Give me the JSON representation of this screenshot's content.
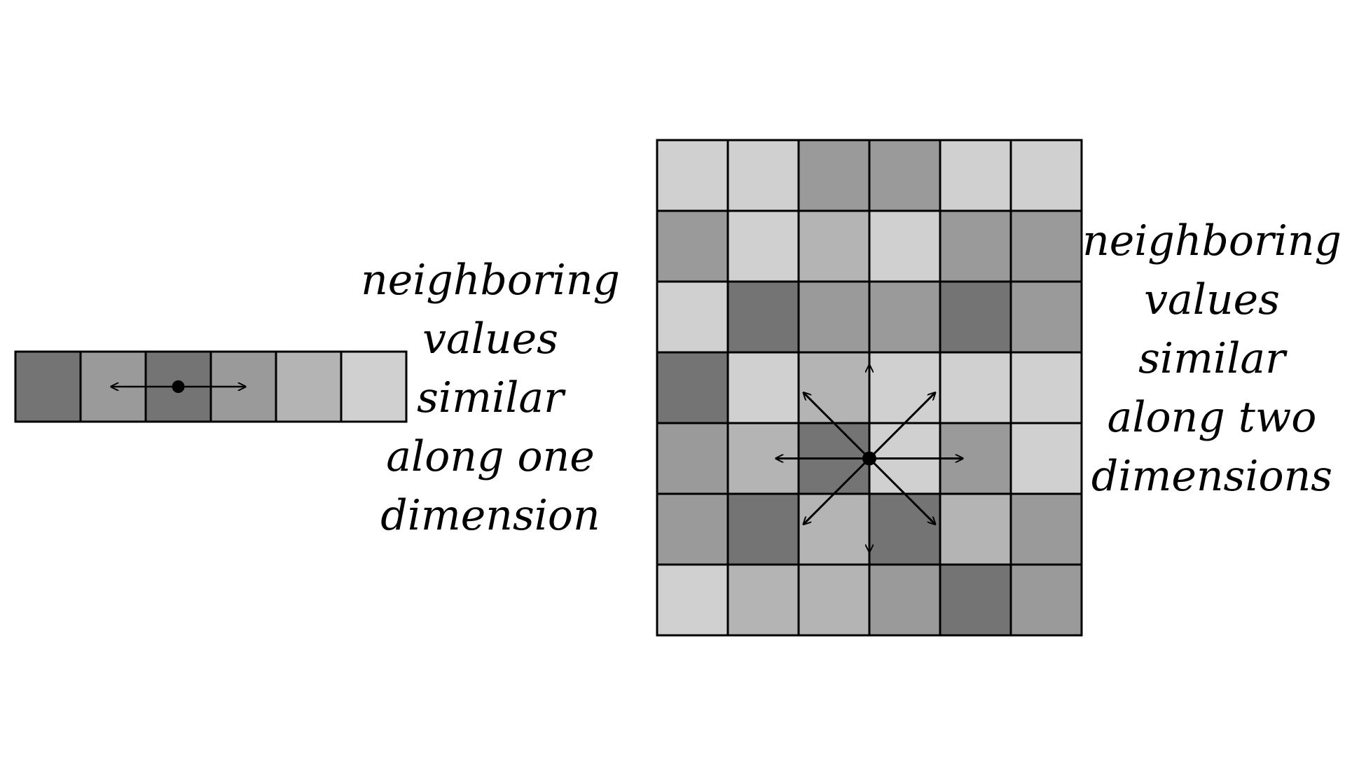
{
  "captions": {
    "one_dimension": "neighboring\nvalues\nsimilar\nalong one\ndimension",
    "two_dimensions": "neighboring\nvalues\nsimilar\nalong two\ndimensions"
  },
  "colors": {
    "light": "#d0d0d0",
    "medium_light": "#b4b4b4",
    "medium": "#9a9a9a",
    "dark": "#747474",
    "stroke": "#000000",
    "background": "#ffffff"
  },
  "strip_1d": {
    "cells": [
      "dark",
      "medium",
      "dark",
      "medium",
      "medium_light",
      "light"
    ],
    "focus_index": 2,
    "arrow_directions": [
      "left",
      "right"
    ]
  },
  "grid_2d": {
    "rows": [
      [
        "light",
        "light",
        "medium",
        "medium",
        "light",
        "light"
      ],
      [
        "medium",
        "light",
        "medium_light",
        "light",
        "medium",
        "medium"
      ],
      [
        "light",
        "dark",
        "medium",
        "medium",
        "dark",
        "medium"
      ],
      [
        "dark",
        "light",
        "medium_light",
        "light",
        "light",
        "light"
      ],
      [
        "medium",
        "medium_light",
        "dark",
        "light",
        "medium",
        "light"
      ],
      [
        "medium",
        "dark",
        "medium_light",
        "dark",
        "medium_light",
        "medium"
      ],
      [
        "light",
        "medium_light",
        "medium_light",
        "medium",
        "dark",
        "medium"
      ]
    ],
    "focus_cell": [
      4,
      2
    ],
    "arrow_directions": [
      "up",
      "down",
      "left",
      "right",
      "up-left",
      "up-right",
      "down-left",
      "down-right"
    ]
  }
}
